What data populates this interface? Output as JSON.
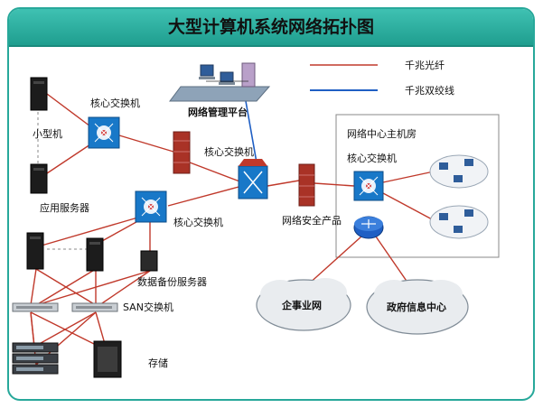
{
  "title": "大型计算机系统网络拓扑图",
  "legend": {
    "fiber": "千兆光纤",
    "twisted_pair": "千兆双绞线"
  },
  "labels": {
    "core_switch_top_left": "核心交换机",
    "minicomputer": "小型机",
    "app_server": "应用服务器",
    "network_mgmt": "网络管理平台",
    "core_switch_center": "核心交换机",
    "core_switch_mid": "核心交换机",
    "security_product": "网络安全产品",
    "data_center_room": "网络中心主机房",
    "core_switch_right": "核心交换机",
    "backup_server": "数据备份服务器",
    "san_switch": "SAN交换机",
    "storage": "存储",
    "enterprise_net": "企事业网",
    "gov_info_center": "政府信息中心"
  },
  "colors": {
    "fiber": "#c0392b",
    "twisted_pair": "#1f5fc4",
    "switch": "#1878c8",
    "firewall": "#a93226"
  }
}
